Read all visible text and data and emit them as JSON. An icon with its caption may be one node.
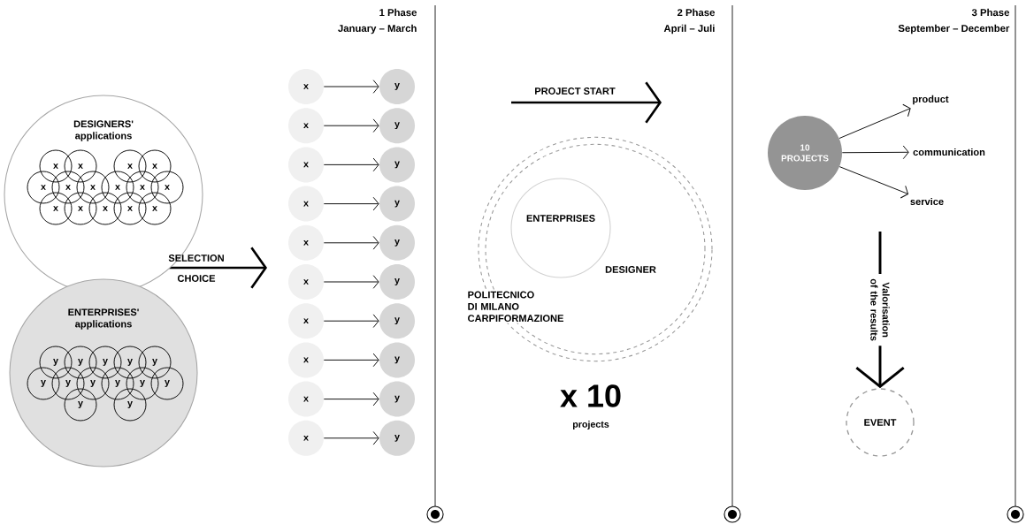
{
  "diagram": {
    "nodes": [
      {
        "text": [
          "DESIGNERS' applications"
        ]
      },
      {
        "text": [
          "x"
        ],
        "in": 0
      },
      {
        "text": [
          "x"
        ],
        "in": 0
      },
      {
        "text": [
          "x"
        ],
        "in": 0
      },
      {
        "text": [
          "x"
        ],
        "in": 0
      },
      {
        "text": [
          "x"
        ],
        "in": 0
      },
      {
        "text": [
          "x"
        ],
        "in": 0
      },
      {
        "text": [
          "x"
        ],
        "in": 0
      },
      {
        "text": [
          "x"
        ],
        "in": 0
      },
      {
        "text": [
          "x"
        ],
        "in": 0
      },
      {
        "text": [
          "x"
        ],
        "in": 0
      },
      {
        "text": [
          "x"
        ],
        "in": 0
      },
      {
        "text": [
          "x"
        ],
        "in": 0
      },
      {
        "text": [
          "x"
        ],
        "in": 0
      },
      {
        "text": [
          "x"
        ],
        "in": 0
      },
      {
        "text": [
          "x"
        ],
        "in": 0
      },
      {
        "text": [
          "ENTERPRISES' applications"
        ]
      },
      {
        "text": [
          "y"
        ],
        "in": 16
      },
      {
        "text": [
          "y"
        ],
        "in": 16
      },
      {
        "text": [
          "y"
        ],
        "in": 16
      },
      {
        "text": [
          "y"
        ],
        "in": 16
      },
      {
        "text": [
          "y"
        ],
        "in": 16
      },
      {
        "text": [
          "y"
        ],
        "in": 16
      },
      {
        "text": [
          "y"
        ],
        "in": 16
      },
      {
        "text": [
          "y"
        ],
        "in": 16
      },
      {
        "text": [
          "y"
        ],
        "in": 16
      },
      {
        "text": [
          "y"
        ],
        "in": 16
      },
      {
        "text": [
          "y"
        ],
        "in": 16
      },
      {
        "text": [
          "y"
        ],
        "in": 16
      },
      {
        "text": [
          "y"
        ],
        "in": 16
      },
      {
        "text": [
          "x"
        ]
      },
      {
        "text": [
          "y"
        ]
      },
      {
        "text": [
          "x"
        ]
      },
      {
        "text": [
          "y"
        ]
      },
      {
        "text": [
          "x"
        ]
      },
      {
        "text": [
          "y"
        ]
      },
      {
        "text": [
          "x"
        ]
      },
      {
        "text": [
          "y"
        ]
      },
      {
        "text": [
          "x"
        ]
      },
      {
        "text": [
          "y"
        ]
      },
      {
        "text": [
          "x"
        ]
      },
      {
        "text": [
          "y"
        ]
      },
      {
        "text": [
          "x"
        ]
      },
      {
        "text": [
          "y"
        ]
      },
      {
        "text": [
          "x"
        ]
      },
      {
        "text": [
          "y"
        ]
      },
      {
        "text": [
          "x"
        ]
      },
      {
        "text": [
          "y"
        ]
      },
      {
        "text": [
          "x"
        ]
      },
      {
        "text": [
          "y"
        ]
      },
      {
        "text": [],
        "shape": "circle"
      },
      {
        "text": [
          "ENTERPRISES"
        ],
        "in": 50
      },
      {
        "text": [
          "10 PROJECTS"
        ]
      },
      {
        "text": [
          "product"
        ]
      },
      {
        "text": [
          "communication"
        ]
      },
      {
        "text": [
          "service"
        ]
      },
      {
        "text": [
          "EVENT"
        ]
      }
    ],
    "edges": [
      {
        "from": 30,
        "to": 31,
        "arrow": "to"
      },
      {
        "from": 32,
        "to": 33,
        "arrow": "to"
      },
      {
        "from": 34,
        "to": 35,
        "arrow": "to"
      },
      {
        "from": 36,
        "to": 37,
        "arrow": "to"
      },
      {
        "from": 38,
        "to": 39,
        "arrow": "to"
      },
      {
        "from": 40,
        "to": 41,
        "arrow": "to"
      },
      {
        "from": 42,
        "to": 43,
        "arrow": "to"
      },
      {
        "from": 44,
        "to": 45,
        "arrow": "to"
      },
      {
        "from": 46,
        "to": 47,
        "arrow": "to"
      },
      {
        "from": 48,
        "to": 49,
        "arrow": "to"
      },
      {
        "from": 52,
        "to": 53,
        "arrow": "to"
      },
      {
        "from": 52,
        "to": 54,
        "arrow": "to"
      },
      {
        "from": 52,
        "to": 55,
        "arrow": "to"
      },
      {
        "from": null,
        "to": 56,
        "arrow": "to",
        "label": "Valorisation of the results",
        "style": "thick"
      }
    ],
    "labels": [
      "1 Phase",
      "January – March",
      "SELECTION",
      "CHOICE",
      "2 Phase",
      "April – Juli",
      "PROJECT START",
      "DESIGNER",
      "POLITECNICO DI MILANO CARPIFORMAZIONE",
      "x 10",
      "projects",
      "3 Phase",
      "September – December"
    ]
  }
}
